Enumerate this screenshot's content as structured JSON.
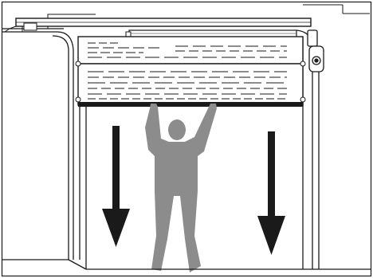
{
  "figure": {
    "subject": "sectional-garage-door-manual-closing",
    "colors": {
      "line": "#1a1a1a",
      "person": "#8c8c8c",
      "arrow": "#1a1a1a",
      "background": "#ffffff",
      "wall_fill": "#ffffff"
    },
    "icons": {
      "person": "person-pulling-door-down-icon",
      "arrow_left": "arrow-down-icon",
      "arrow_right": "arrow-down-icon"
    },
    "door": {
      "visible_panels": 2,
      "closing_direction": "down"
    }
  }
}
